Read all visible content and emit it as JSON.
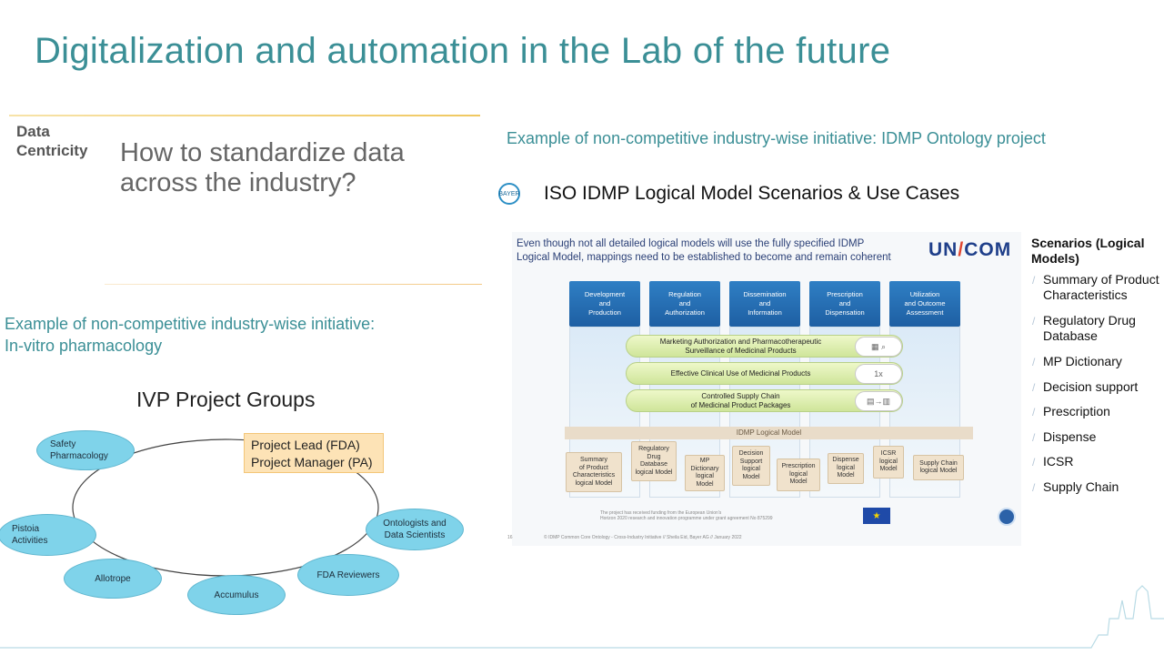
{
  "title": "Digitalization and automation in the Lab of the future",
  "data_centricity": {
    "label_line1": "Data",
    "label_line2": "Centricity",
    "question_line1": "How to standardize data",
    "question_line2": "across the industry?"
  },
  "left_example": {
    "line1": "Example of non-competitive industry-wise initiative:",
    "line2": "In-vitro pharmacology",
    "ivp_title": "IVP Project Groups",
    "lead_line1": "Project Lead (FDA)",
    "lead_line2": "Project Manager (PA)",
    "groups": {
      "safety_line1": "Safety",
      "safety_line2": "Pharmacology",
      "pistoia_line1": "Pistoia",
      "pistoia_line2": "Activities",
      "allotrope": "Allotrope",
      "accumulus": "Accumulus",
      "fda_reviewers": "FDA Reviewers",
      "ontologists_line1": "Ontologists and",
      "ontologists_line2": "Data Scientists"
    }
  },
  "right_example": {
    "heading": "Example of non-competitive industry-wise initiative:  IDMP Ontology project",
    "logo_text": "BAYER",
    "iso_title": "ISO IDMP Logical Model Scenarios & Use Cases",
    "note_line1": "Even though not all detailed logical models will use the fully specified IDMP",
    "note_line2": "Logical Model, mappings need to be established to become and remain coherent",
    "unicom_a": "UN",
    "unicom_b": "/",
    "unicom_c": "COM",
    "columns": [
      {
        "l1": "Development",
        "l2": "and",
        "l3": "Production"
      },
      {
        "l1": "Regulation",
        "l2": "and",
        "l3": "Authorization"
      },
      {
        "l1": "Dissemination",
        "l2": "and",
        "l3": "Information"
      },
      {
        "l1": "Prescription",
        "l2": "and",
        "l3": "Dispensation"
      },
      {
        "l1": "Utilization",
        "l2": "and Outcome",
        "l3": "Assessment"
      }
    ],
    "bands": [
      {
        "l1": "Marketing Authorization and Pharmacotherapeutic",
        "l2": "Surveillance of Medicinal Products"
      },
      {
        "l1": "Effective Clinical Use of Medicinal Products",
        "l2": ""
      },
      {
        "l1": "Controlled Supply Chain",
        "l2": "of Medicinal Product Packages"
      }
    ],
    "band2_icon": "1x",
    "idmp_logical_model": "IDMP Logical Model",
    "models": [
      {
        "l1": "Summary",
        "l2": "of Product",
        "l3": "Characteristics",
        "l4": "logical Model"
      },
      {
        "l1": "Regulatory",
        "l2": "Drug",
        "l3": "Database",
        "l4": "logical Model"
      },
      {
        "l1": "MP",
        "l2": "Dictionary",
        "l3": "logical",
        "l4": "Model"
      },
      {
        "l1": "Decision",
        "l2": "Support",
        "l3": "logical",
        "l4": "Model"
      },
      {
        "l1": "Prescription",
        "l2": "logical",
        "l3": "Model",
        "l4": ""
      },
      {
        "l1": "Dispense",
        "l2": "logical",
        "l3": "Model",
        "l4": ""
      },
      {
        "l1": "ICSR",
        "l2": "logical",
        "l3": "Model",
        "l4": ""
      },
      {
        "l1": "Supply Chain",
        "l2": "logical Model",
        "l3": "",
        "l4": ""
      }
    ],
    "funding_line1": "The project has received funding from the European Union's",
    "funding_line2": "Horizon 2020 research and innovation programme under grant agreement No 875299",
    "page_num": "16",
    "footer": "© IDMP Common Core Ontology - Cross-Industry Initiative // Sheila Eid, Bayer AG // January 2022",
    "eu_flag": "★",
    "scenarios_title": "Scenarios (Logical Models)",
    "scenarios": [
      "Summary of Product Characteristics",
      "Regulatory Drug Database",
      "MP Dictionary",
      "Decision support",
      "Prescription",
      "Dispense",
      "ICSR",
      "Supply Chain"
    ],
    "bullet": "/"
  },
  "colors": {
    "teal": "#3b8f96",
    "gold_rule": "#f0c860",
    "ellipse": "#7fd3ea",
    "lead_box": "#fde3b6"
  }
}
